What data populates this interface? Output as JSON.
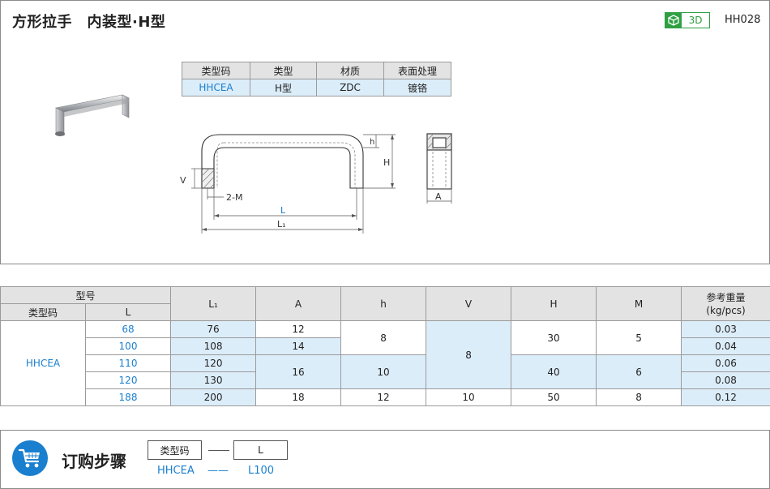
{
  "header": {
    "title": "方形拉手　内装型·H型",
    "badge_3d": "3D",
    "code": "HH028"
  },
  "spec_table": {
    "headers": [
      "类型码",
      "类型",
      "材质",
      "表面处理"
    ],
    "row": [
      "HHCEA",
      "H型",
      "ZDC",
      "镀铬"
    ]
  },
  "drawing": {
    "labels": {
      "h": "h",
      "H": "H",
      "V": "V",
      "M": "2-M",
      "L": "L",
      "L1": "L₁",
      "A": "A"
    }
  },
  "dims_table": {
    "group_header": "型号",
    "sub_headers": [
      "类型码",
      "L"
    ],
    "columns": [
      "L₁",
      "A",
      "h",
      "V",
      "H",
      "M",
      "参考重量\n(kg/pcs)"
    ],
    "type_code": "HHCEA",
    "rows": [
      {
        "L": "68",
        "L1": "76",
        "A": "12",
        "h": "8",
        "V": "8",
        "H": "30",
        "M": "5",
        "w": "0.03"
      },
      {
        "L": "100",
        "L1": "108",
        "A": "14",
        "h": "",
        "V": "",
        "H": "",
        "M": "",
        "w": "0.04"
      },
      {
        "L": "110",
        "L1": "120",
        "A": "16",
        "h": "10",
        "V": "",
        "H": "40",
        "M": "6",
        "w": "0.06"
      },
      {
        "L": "120",
        "L1": "130",
        "A": "",
        "h": "",
        "V": "",
        "H": "",
        "M": "",
        "w": "0.08"
      },
      {
        "L": "188",
        "L1": "200",
        "A": "18",
        "h": "12",
        "V": "10",
        "H": "50",
        "M": "8",
        "w": "0.12"
      }
    ]
  },
  "order": {
    "title": "订购步骤",
    "box1": "类型码",
    "box2": "L",
    "example1": "HHCEA",
    "example2": "L100",
    "dash": "——"
  },
  "colors": {
    "accent_blue": "#1a7fcf",
    "cell_blue": "#dcedfa",
    "header_gray": "#e3e3e3",
    "badge_green": "#2ea043"
  }
}
